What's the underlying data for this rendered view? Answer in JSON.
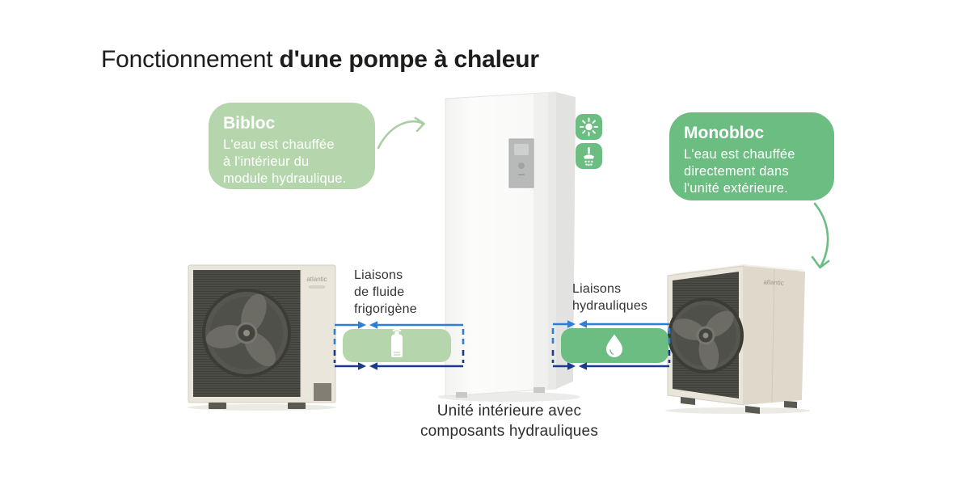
{
  "title": {
    "regular": "Fonctionnement ",
    "bold": "d'une pompe à chaleur"
  },
  "callouts": {
    "bibloc": {
      "title": "Bibloc",
      "lines": [
        "L'eau est chauffée",
        "à l'intérieur du",
        "module hydraulique."
      ]
    },
    "monobloc": {
      "title": "Monobloc",
      "lines": [
        "L'eau est chauffée",
        "directement dans",
        "l'unité extérieure."
      ]
    }
  },
  "connections": {
    "refrigerant": {
      "label_lines": [
        "Liaisons",
        "de fluide",
        "frigorigène"
      ],
      "icon": "gas-bottle-icon"
    },
    "hydraulic": {
      "label_lines": [
        "Liaisons",
        "hydrauliques"
      ],
      "icon": "water-drop-icon"
    }
  },
  "caption": {
    "lines": [
      "Unité intérieure avec",
      "composants hydrauliques"
    ]
  },
  "feature_icons": [
    "sun-icon",
    "shower-icon"
  ],
  "brand": {
    "label": "atlantic"
  },
  "colors": {
    "callout_light_green": "#b5d6ad",
    "callout_green": "#6cbd81",
    "arrow_light_green": "#a9cfa1",
    "arrow_green": "#6cbd81",
    "flow_light_blue": "#2b7fd6",
    "flow_navy": "#1b3a8c",
    "title_text": "#1d1d1b",
    "label_text": "#333333"
  }
}
